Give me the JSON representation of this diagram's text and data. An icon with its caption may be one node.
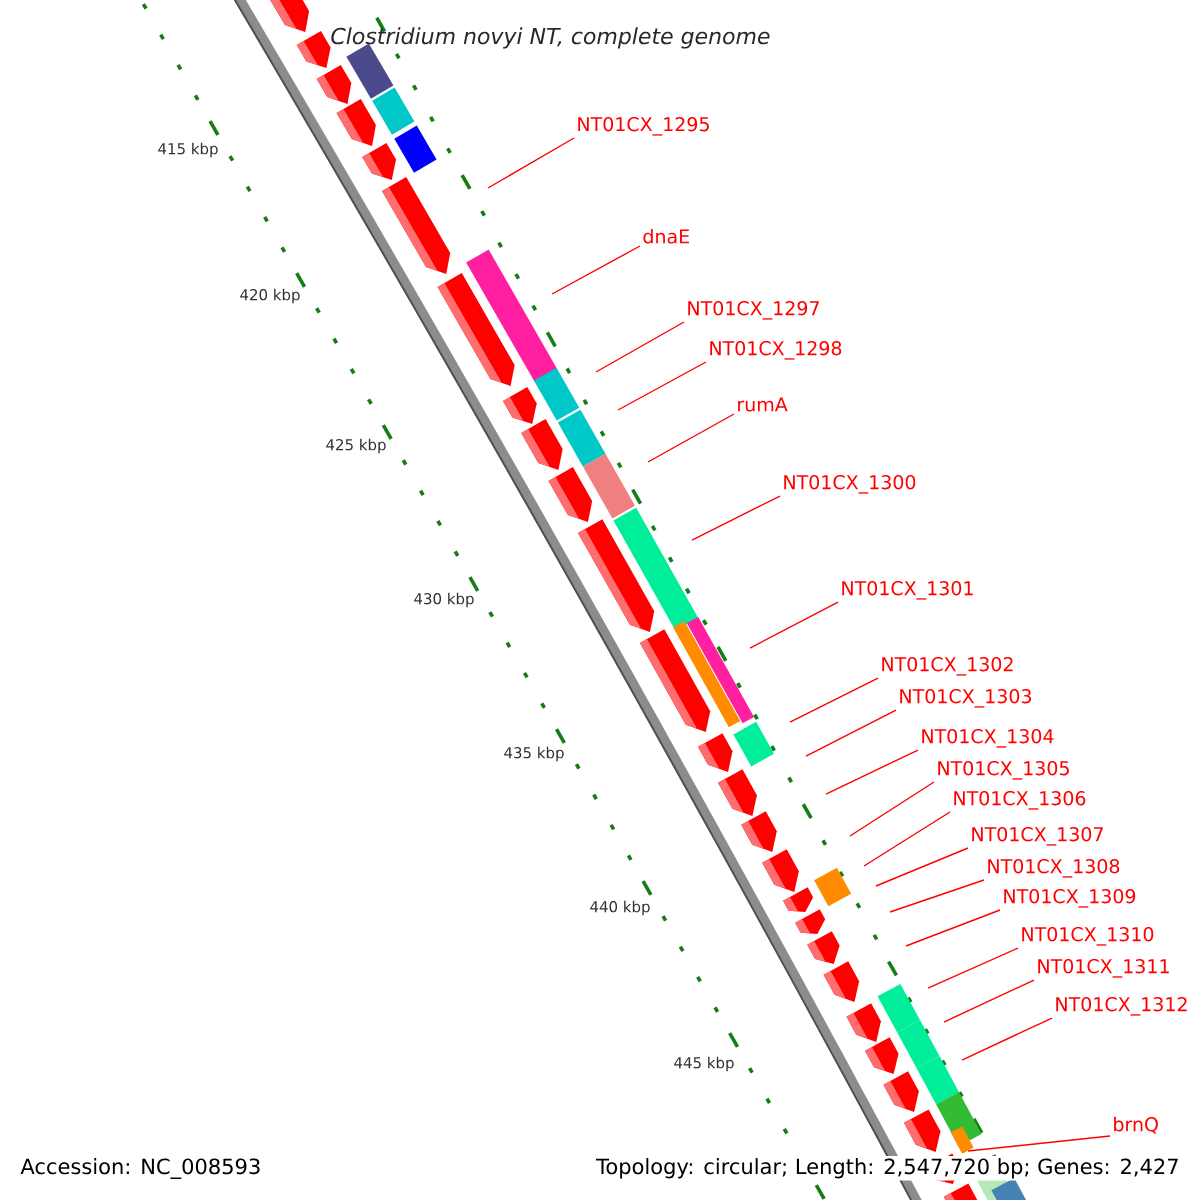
{
  "diagram": {
    "title": "Clostridium novyi NT, complete genome",
    "nodes": [
      {
        "text": [
          "NT01CX_1295"
        ]
      },
      {
        "text": [
          "dnaE"
        ]
      },
      {
        "text": [
          "NT01CX_1297"
        ]
      },
      {
        "text": [
          "NT01CX_1298"
        ]
      },
      {
        "text": [
          "rumA"
        ]
      },
      {
        "text": [
          "NT01CX_1300"
        ]
      },
      {
        "text": [
          "NT01CX_1301"
        ]
      },
      {
        "text": [
          "NT01CX_1302"
        ]
      },
      {
        "text": [
          "NT01CX_1303"
        ]
      },
      {
        "text": [
          "NT01CX_1304"
        ]
      },
      {
        "text": [
          "NT01CX_1305"
        ]
      },
      {
        "text": [
          "NT01CX_1306"
        ]
      },
      {
        "text": [
          "NT01CX_1307"
        ]
      },
      {
        "text": [
          "NT01CX_1308"
        ]
      },
      {
        "text": [
          "NT01CX_1309"
        ]
      },
      {
        "text": [
          "NT01CX_1310"
        ]
      },
      {
        "text": [
          "NT01CX_1311"
        ]
      },
      {
        "text": [
          "NT01CX_1312"
        ]
      },
      {
        "text": [
          "brnQ"
        ]
      },
      {
        "text": [],
        "shape": "bar"
      }
    ],
    "edges": [
      {
        "from": 0,
        "to": null,
        "arrow": "none"
      },
      {
        "from": 1,
        "to": null,
        "arrow": "none"
      },
      {
        "from": 2,
        "to": null,
        "arrow": "none"
      },
      {
        "from": 3,
        "to": null,
        "arrow": "none"
      },
      {
        "from": 4,
        "to": null,
        "arrow": "none"
      },
      {
        "from": 5,
        "to": null,
        "arrow": "none"
      },
      {
        "from": 6,
        "to": null,
        "arrow": "none"
      },
      {
        "from": 7,
        "to": null,
        "arrow": "none"
      },
      {
        "from": 8,
        "to": null,
        "arrow": "none"
      },
      {
        "from": 9,
        "to": null,
        "arrow": "none"
      },
      {
        "from": 10,
        "to": null,
        "arrow": "none"
      },
      {
        "from": 11,
        "to": null,
        "arrow": "none"
      },
      {
        "from": 12,
        "to": null,
        "arrow": "none"
      },
      {
        "from": 13,
        "to": null,
        "arrow": "none"
      },
      {
        "from": 14,
        "to": null,
        "arrow": "none"
      },
      {
        "from": 15,
        "to": null,
        "arrow": "none"
      },
      {
        "from": 16,
        "to": null,
        "arrow": "none"
      },
      {
        "from": 17,
        "to": null,
        "arrow": "none"
      },
      {
        "from": 18,
        "to": 19,
        "arrow": "none"
      }
    ],
    "labels": [
      "415 kbp",
      "420 kbp",
      "425 kbp",
      "430 kbp",
      "435 kbp",
      "440 kbp",
      "445 kbp",
      "Accession: NC_008593",
      "Topology: circular; Length: 2,547,720 bp; Genes: 2,427"
    ]
  }
}
